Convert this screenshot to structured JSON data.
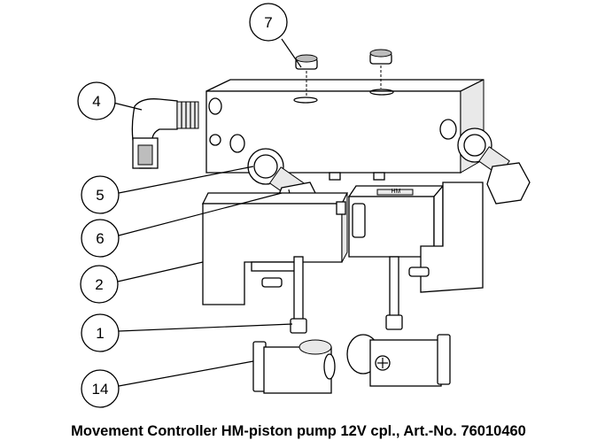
{
  "callouts": [
    {
      "id": "c7",
      "label": "7"
    },
    {
      "id": "c4",
      "label": "4"
    },
    {
      "id": "c5",
      "label": "5"
    },
    {
      "id": "c6",
      "label": "6"
    },
    {
      "id": "c2",
      "label": "2"
    },
    {
      "id": "c1",
      "label": "1"
    },
    {
      "id": "c14",
      "label": "14"
    }
  ],
  "block_label": "HM",
  "caption": "Movement Controller HM-piston pump 12V cpl., Art.-No. 76010460"
}
